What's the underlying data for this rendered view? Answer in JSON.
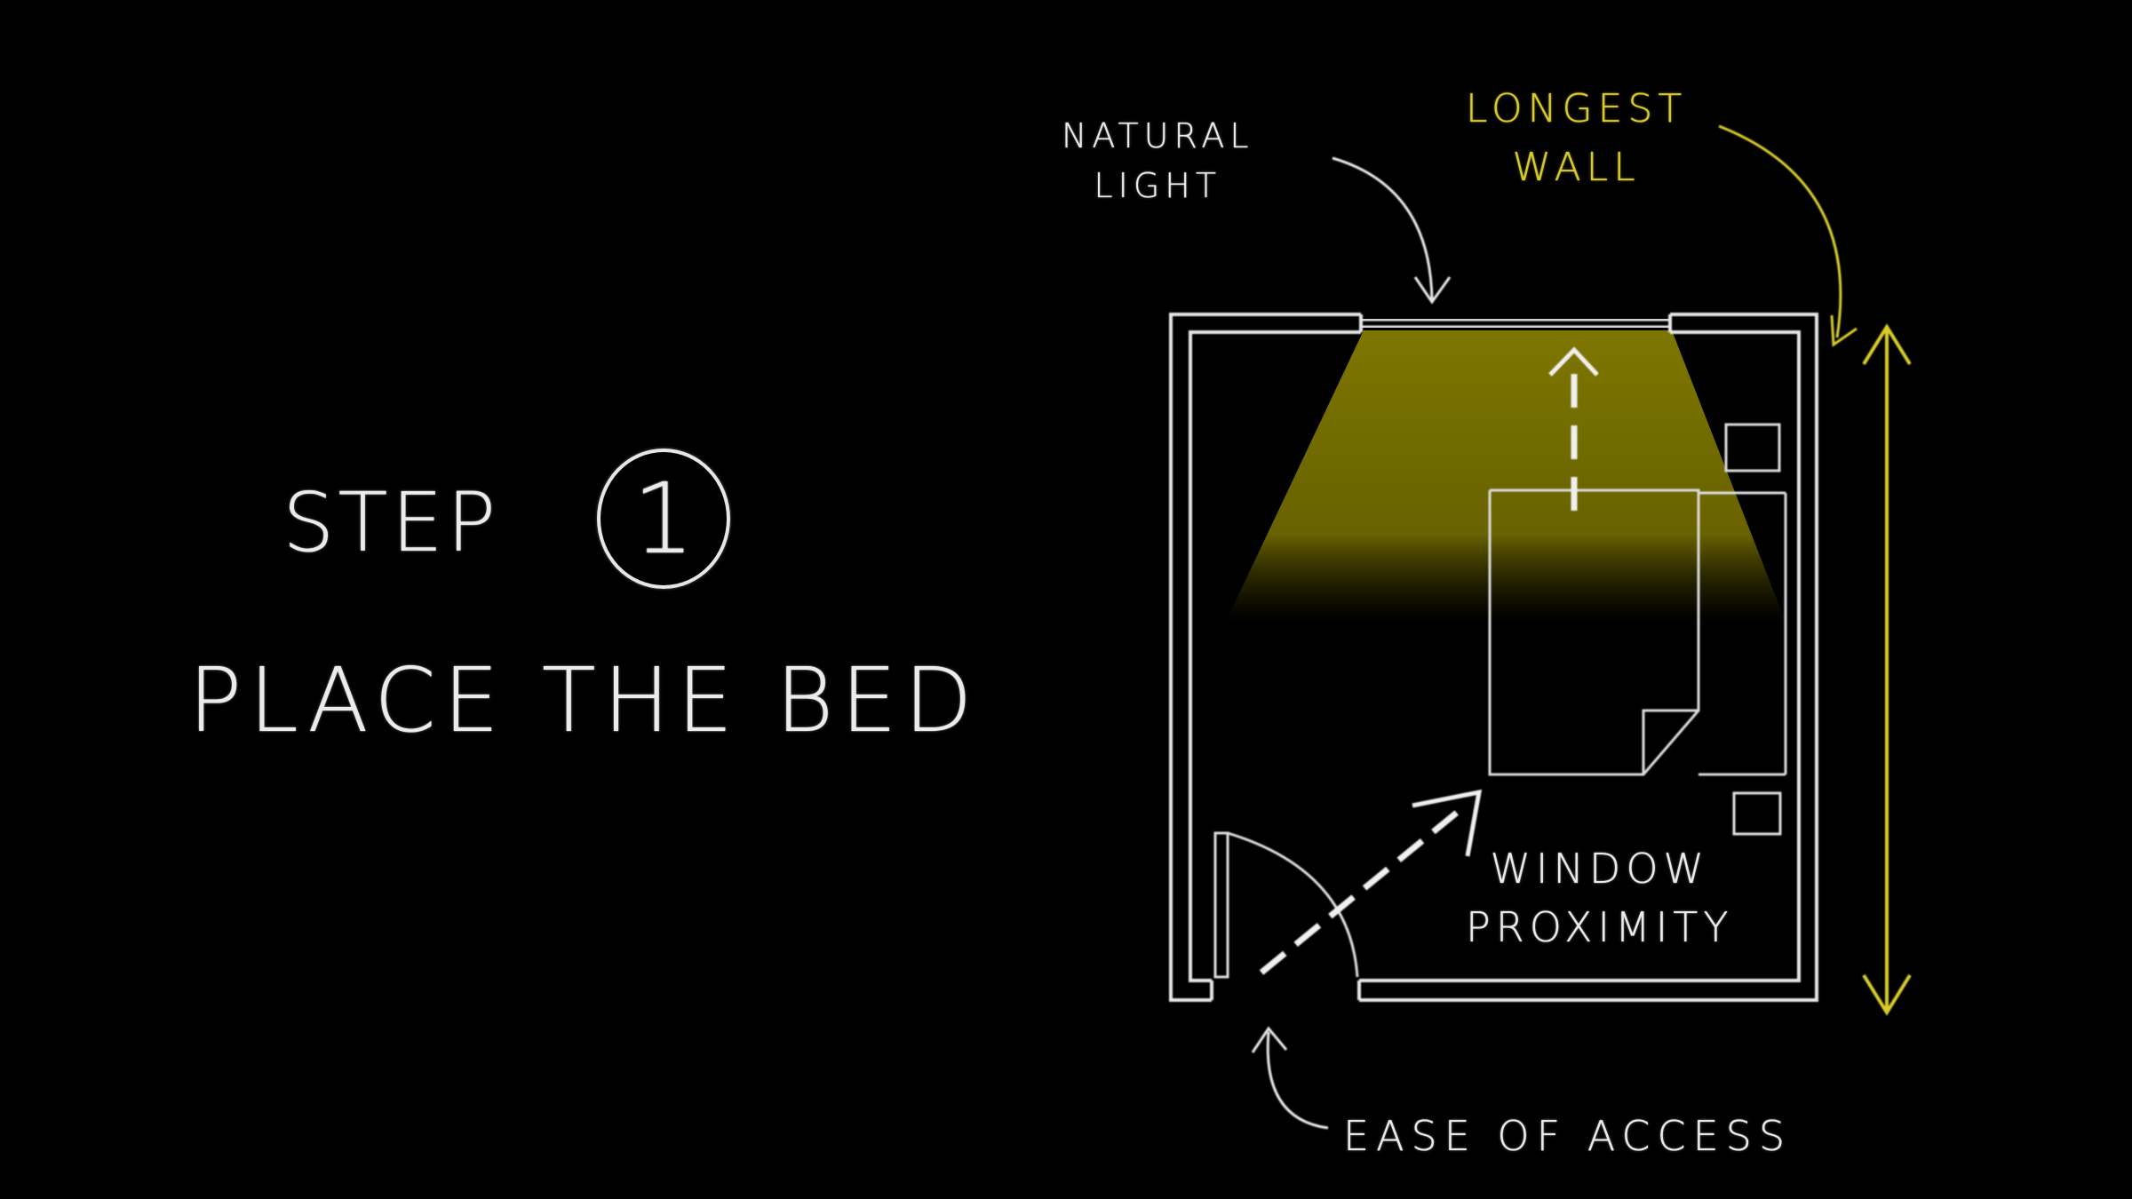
{
  "step": {
    "title": "Step",
    "number": "1",
    "subtitle": "Place the BED"
  },
  "labels": {
    "natural_light_line1": "Natural",
    "natural_light_line2": "Light",
    "longest_wall_line1": "Longest",
    "longest_wall_line2": "Wall",
    "window_proximity_line1": "Window",
    "window_proximity_line2": "Proximity",
    "ease_of_access": "Ease of access"
  },
  "colors": {
    "background": "#000000",
    "chalk_white": "#ebebeb",
    "accent_yellow": "#d9cc2a",
    "light_cone": "#7a7200"
  }
}
